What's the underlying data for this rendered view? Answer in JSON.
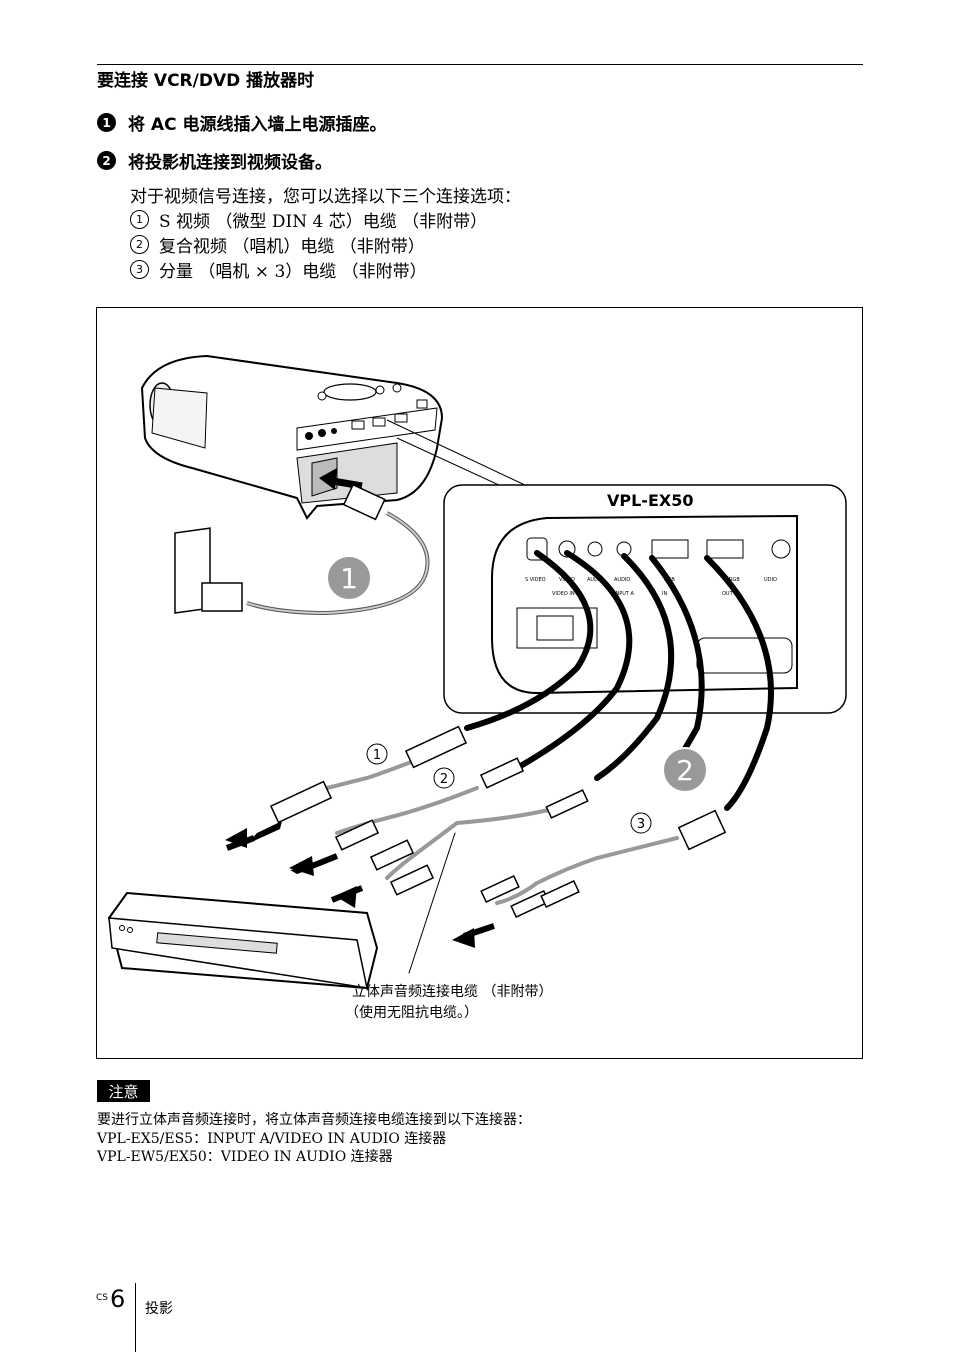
{
  "heading": "要连接 VCR/DVD 播放器时",
  "steps": [
    {
      "num": "1",
      "text": "将 AC 电源线插入墙上电源插座。"
    },
    {
      "num": "2",
      "text": "将投影机连接到视频设备。"
    }
  ],
  "intro": "对于视频信号连接，您可以选择以下三个连接选项：",
  "options": [
    {
      "marker": "1",
      "text": "S 视频 （微型 DIN 4 芯）电缆 （非附带）"
    },
    {
      "marker": "2",
      "text": "复合视频 （唱机）电缆 （非附带）"
    },
    {
      "marker": "3",
      "text": "分量 （唱机 × 3）电缆 （非附带）"
    }
  ],
  "figure": {
    "model_label": "VPL-EX50",
    "callout_1": "1",
    "callout_2": "2",
    "cable_1": "1",
    "cable_2": "2",
    "cable_3": "3",
    "panel_labels": [
      "S VIDEO",
      "VIDEO",
      "AUDIO",
      "AUDIO",
      "RGB",
      "RGB",
      "UDIO"
    ],
    "panel_group_1": "VIDEO IN",
    "panel_group_2": "INPUT A",
    "panel_group_3": "IN",
    "panel_group_4": "OUT B",
    "caption_line1": "立体声音频连接电缆 （非附带）",
    "caption_line2": "（使用无阻抗电缆。）"
  },
  "note": {
    "badge": "注意",
    "lines": [
      "要进行立体声音频连接时，将立体声音频连接电缆连接到以下连接器：",
      "VPL-EX5/ES5：INPUT A/VIDEO IN AUDIO 连接器",
      "VPL-EW5/EX50：VIDEO IN AUDIO 连接器"
    ]
  },
  "footer": {
    "lang_code": "CS",
    "page_number": "6",
    "section": "投影"
  }
}
